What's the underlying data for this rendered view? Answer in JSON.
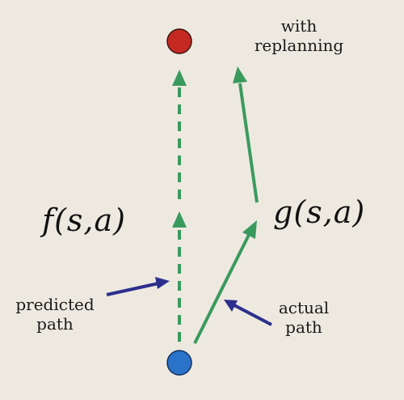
{
  "labels": {
    "with_replanning": [
      "with",
      "replanning"
    ],
    "predicted_path": [
      "predicted",
      "path"
    ],
    "actual_path": [
      "actual",
      "path"
    ]
  },
  "math": {
    "f": "f(s,a)",
    "g": "g(s,a)"
  },
  "colors": {
    "background": "#efebe2",
    "green_arrow": "#3a9a5e",
    "blue_annotation_arrow": "#2c2f8c",
    "start_node": "#2b72c9",
    "goal_node": "#c52a22"
  }
}
